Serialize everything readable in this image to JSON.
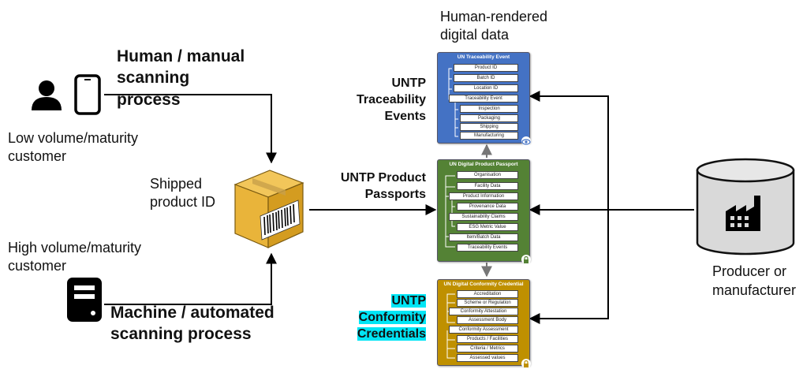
{
  "labels": {
    "human_rendered": "Human-rendered digital data",
    "human_process": "Human / manual scanning process",
    "low_volume": "Low volume/maturity customer",
    "shipped": "Shipped product ID",
    "high_volume": "High volume/maturity customer",
    "machine_process": "Machine / automated scanning process",
    "traceability_events": "UNTP Traceability Events",
    "product_passports": "UNTP Product Passports",
    "conformity_credentials": "UNTP Conformity Credentials",
    "producer": "Producer or manufacturer"
  },
  "cards": {
    "traceability": {
      "title": "UN Traceability Event",
      "fields": [
        "Product ID",
        "Batch ID",
        "Location ID",
        "Traceability Event",
        "Inspection",
        "Packaging",
        "Shipping",
        "Manufacturing"
      ]
    },
    "passport": {
      "title": "UN Digital Product Passport",
      "fields": [
        "Organisation",
        "Facility Data",
        "Product Information",
        "Provenance Data",
        "Sustainability Claims",
        "ESG Metric Value",
        "Item/Batch Data",
        "Traceability Events"
      ]
    },
    "conformity": {
      "title": "UN Digital Conformity Credential",
      "fields": [
        "Accreditation",
        "Scheme or Regulation",
        "Conformity Attestation",
        "Assessment Body",
        "Conformity Assessment",
        "Products / Facilities",
        "Criteria / Metrics",
        "Assessed values"
      ]
    }
  },
  "colors": {
    "traceability": "#4472c4",
    "passport": "#548235",
    "conformity": "#bf9000",
    "highlight": "#00e5f5",
    "box": "#e9b43a",
    "cylinder": "#d9d9d9"
  },
  "icons": [
    "person-icon",
    "phone-icon",
    "server-icon",
    "shipping-box-icon",
    "barcode-icon",
    "factory-icon",
    "cylinder-icon",
    "lock-icon",
    "eye-icon"
  ]
}
